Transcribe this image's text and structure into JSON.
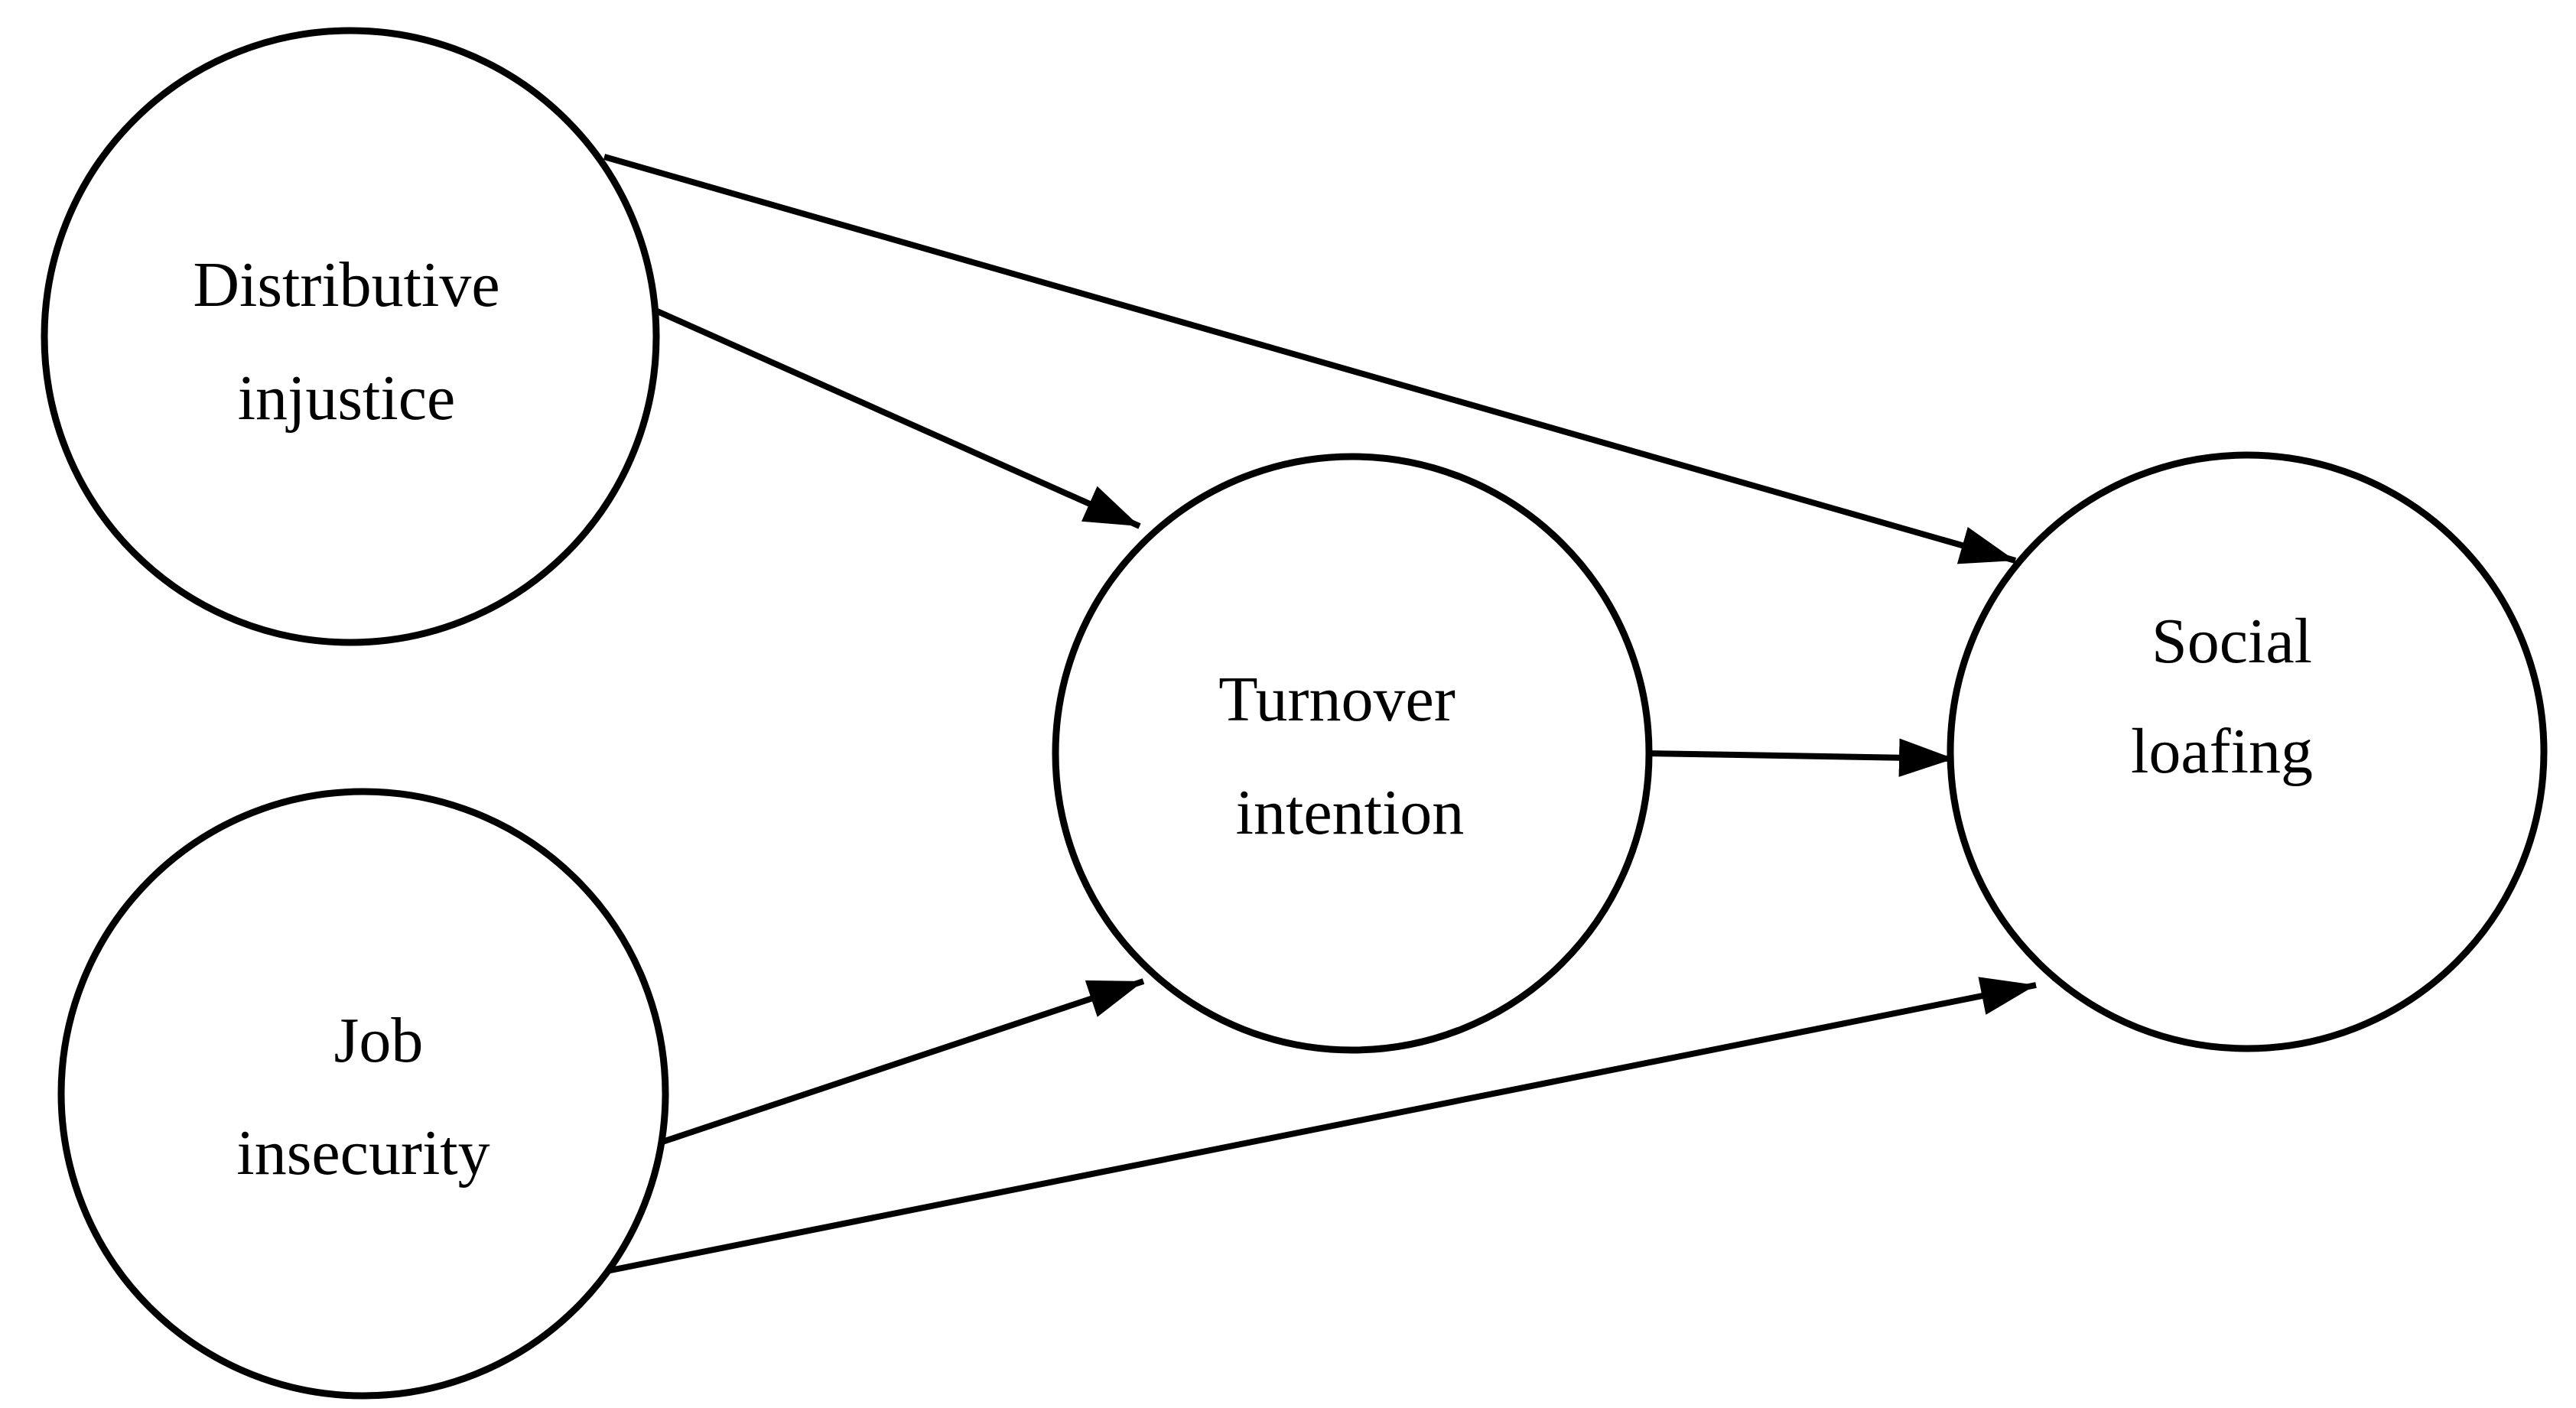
{
  "colors": {
    "stroke": "#000000",
    "background": "#ffffff"
  },
  "nodes": {
    "distributive_injustice": {
      "line1": "Distributive",
      "line2": "injustice"
    },
    "job_insecurity": {
      "line1": "Job",
      "line2": "insecurity"
    },
    "turnover_intention": {
      "line1": "Turnover",
      "line2": "intention"
    },
    "social_loafing": {
      "line1": "Social",
      "line2": "loafing"
    }
  },
  "edges": [
    {
      "from": "distributive_injustice",
      "to": "turnover_intention"
    },
    {
      "from": "distributive_injustice",
      "to": "social_loafing"
    },
    {
      "from": "job_insecurity",
      "to": "turnover_intention"
    },
    {
      "from": "job_insecurity",
      "to": "social_loafing"
    },
    {
      "from": "turnover_intention",
      "to": "social_loafing"
    }
  ]
}
